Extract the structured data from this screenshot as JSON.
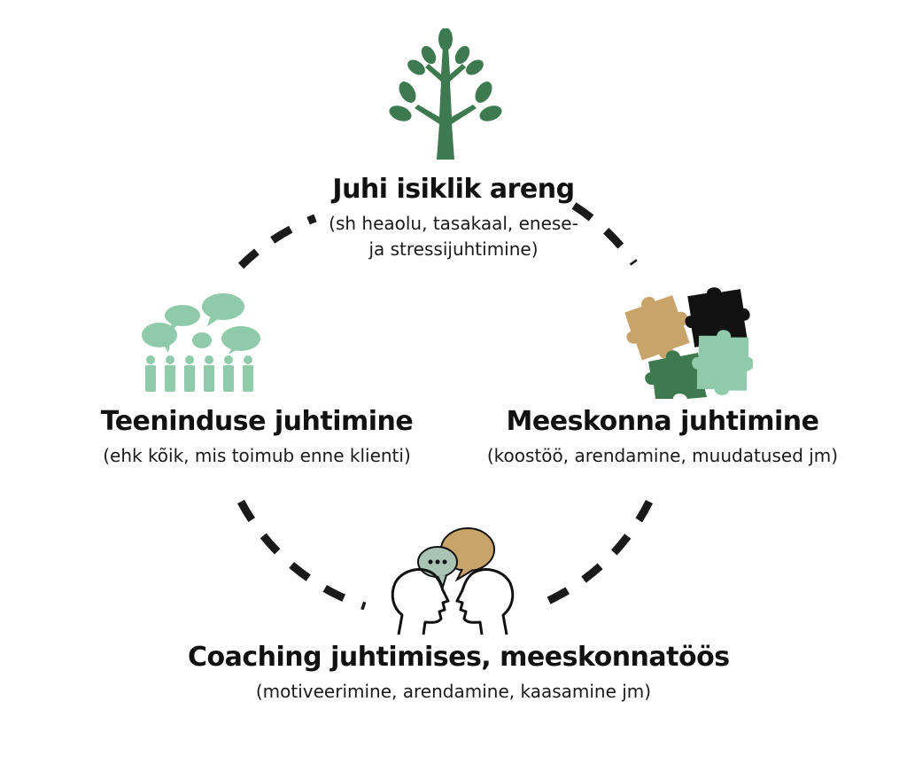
{
  "nodes": {
    "top": {
      "title": "Juhi isiklik areng",
      "sub1": "(sh heaolu, tasakaal, enese-",
      "sub2": "ja stressijuhtimine)",
      "icon": "tree-icon"
    },
    "left": {
      "title": "Teeninduse juhtimine",
      "sub1": "(ehk kõik, mis toimub enne klienti)",
      "icon": "people-speech-bubbles-icon"
    },
    "right": {
      "title": "Meeskonna juhtimine",
      "sub1": "(koostöö, arendamine, muudatused jm)",
      "icon": "puzzle-pieces-icon"
    },
    "bottom": {
      "title": "Coaching juhtimises, meeskonnatöös",
      "sub1": "(motiveerimine, arendamine, kaasamine jm)",
      "icon": "two-heads-conversation-icon"
    }
  },
  "colors": {
    "dark_green": "#3d7a4f",
    "mint": "#8fcbab",
    "tan": "#c9a46a",
    "black": "#111111",
    "ring": "#1a1a1a"
  }
}
